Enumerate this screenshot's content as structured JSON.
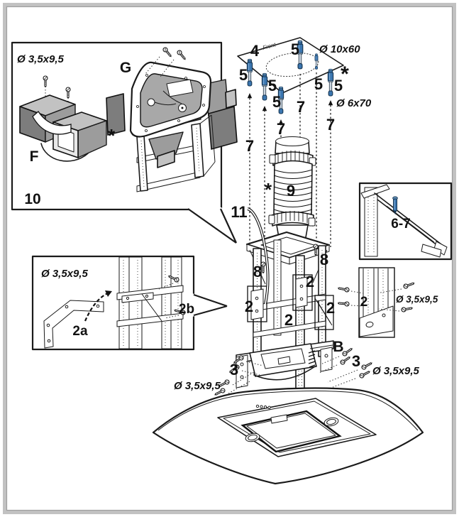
{
  "figure": {
    "background": "#ffffff",
    "frame_border": "#c2c2c2",
    "frame_border_inner": "#9e9e9e",
    "line_color": "#1a1a1a",
    "accent_blue": "#3b76b0",
    "anchor_shaft": "#cdd7e2",
    "part_gray": "#8f8f8f"
  },
  "callout_10": {
    "screw_size": "Ø 3,5x9,5",
    "part_f": "F",
    "part_g": "G",
    "asterisk": "*",
    "step": "10"
  },
  "ceiling": {
    "plate_num": "4",
    "front_text": "Front",
    "anchor_num": "5",
    "anchor_size": "Ø 10x60",
    "asterisk": "*",
    "screw_size": "Ø 6x70",
    "rod_num": "7"
  },
  "duct": {
    "num": "9",
    "asterisk": "*",
    "cable_num": "11"
  },
  "tower": {
    "screw_num": "8",
    "bracket_num": "2",
    "point_b": "B",
    "screw3_num": "3",
    "screw_size": "Ø 3,5x9,5"
  },
  "callout_2ab": {
    "screw_size": "Ø 3,5x9,5",
    "part_a": "2a",
    "part_b": "2b"
  },
  "callout_67": {
    "label": "6-7"
  },
  "detail_2": {
    "num": "2",
    "screw_size": "Ø 3,5x9,5"
  }
}
